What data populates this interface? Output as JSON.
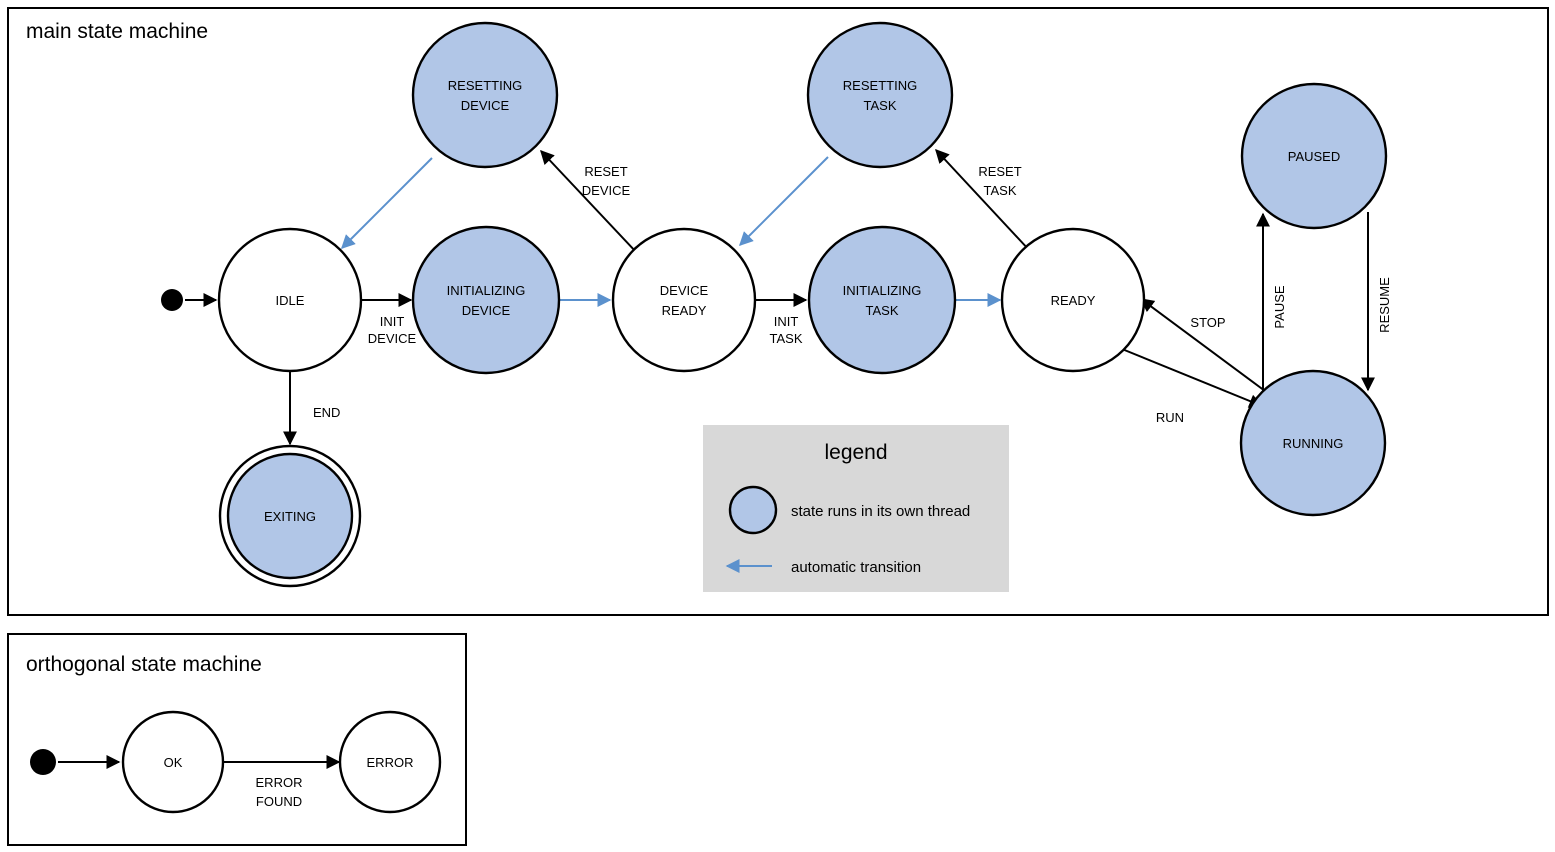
{
  "colors": {
    "thread_state_fill": "#b1c6e7",
    "plain_state_fill": "#ffffff",
    "stroke": "#000000",
    "auto_transition": "#5b91cd",
    "legend_bg": "#d8d8d8",
    "page_bg": "#ffffff"
  },
  "main": {
    "title": "main state machine",
    "states": {
      "idle": "IDLE",
      "initializing_device": "INITIALIZING\nDEVICE",
      "initializing_device_l1": "INITIALIZING",
      "initializing_device_l2": "DEVICE",
      "resetting_device_l1": "RESETTING",
      "resetting_device_l2": "DEVICE",
      "device_ready_l1": "DEVICE",
      "device_ready_l2": "READY",
      "initializing_task_l1": "INITIALIZING",
      "initializing_task_l2": "TASK",
      "resetting_task_l1": "RESETTING",
      "resetting_task_l2": "TASK",
      "ready": "READY",
      "paused": "PAUSED",
      "running": "RUNNING",
      "exiting": "EXITING"
    },
    "transitions": {
      "init_device_l1": "INIT",
      "init_device_l2": "DEVICE",
      "reset_device_l1": "RESET",
      "reset_device_l2": "DEVICE",
      "init_task_l1": "INIT",
      "init_task_l2": "TASK",
      "reset_task_l1": "RESET",
      "reset_task_l2": "TASK",
      "end": "END",
      "run": "RUN",
      "stop": "STOP",
      "pause": "PAUSE",
      "resume": "RESUME"
    }
  },
  "legend": {
    "title": "legend",
    "thread_label": "state runs in its own thread",
    "auto_label": "automatic transition"
  },
  "orthogonal": {
    "title": "orthogonal state machine",
    "states": {
      "ok": "OK",
      "error": "ERROR"
    },
    "transitions": {
      "error_found_l1": "ERROR",
      "error_found_l2": "FOUND"
    }
  }
}
